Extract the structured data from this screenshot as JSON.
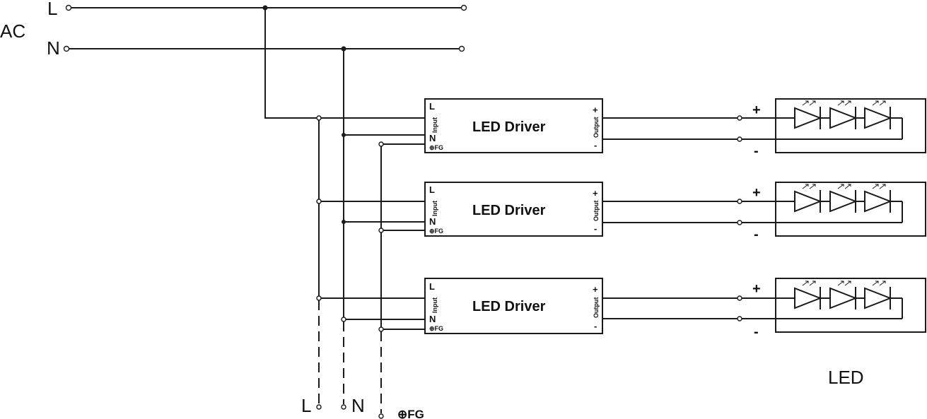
{
  "ac_input": {
    "label": "AC",
    "line_label": "L",
    "neutral_label": "N"
  },
  "drivers": [
    {
      "title": "LED Driver",
      "pin_l": "L",
      "pin_n": "N",
      "input_label": "Input",
      "fg_label": "⊕FG",
      "output_label": "Output",
      "out_plus": "+",
      "out_minus": "-",
      "led_plus": "+",
      "led_minus": "-"
    },
    {
      "title": "LED Driver",
      "pin_l": "L",
      "pin_n": "N",
      "input_label": "Input",
      "fg_label": "⊕FG",
      "output_label": "Output",
      "out_plus": "+",
      "out_minus": "-",
      "led_plus": "+",
      "led_minus": "-"
    },
    {
      "title": "LED Driver",
      "pin_l": "L",
      "pin_n": "N",
      "input_label": "Input",
      "fg_label": "⊕FG",
      "output_label": "Output",
      "out_plus": "+",
      "out_minus": "-",
      "led_plus": "+",
      "led_minus": "-"
    }
  ],
  "bottom_terminals": {
    "line": "L",
    "neutral": "N",
    "ground": "⊕FG"
  },
  "led_caption": "LED"
}
